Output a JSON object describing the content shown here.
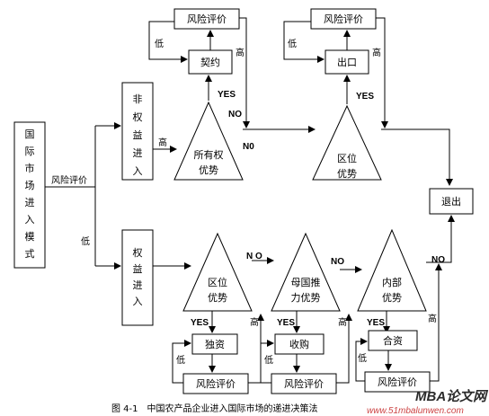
{
  "nodes": {
    "mode": "国际市场进入模式",
    "nonequity": "非权益进入",
    "equity": "权益进入",
    "ownership": [
      "所有权",
      "优势"
    ],
    "location_top": [
      "区位",
      "优势"
    ],
    "location_bot": [
      "区位",
      "优势"
    ],
    "home_push": [
      "母国推",
      "力优势"
    ],
    "internal": [
      "内部",
      "优势"
    ],
    "exit": "退出",
    "contract": "契约",
    "export": "出口",
    "sole": "独资",
    "acquire": "收购",
    "joint": "合资",
    "risk": "风险评价"
  },
  "labels": {
    "risk_eval": "风险评价",
    "high": "高",
    "low": "低",
    "yes": "YES",
    "no": "NO",
    "no_alt": "N0",
    "no_alt2": "N O"
  },
  "caption": "图 4-1　中国农产品企业进入国际市场的递进决策法",
  "watermark": {
    "main": "MBA论文网",
    "url": "www.51mbalunwen.com"
  }
}
